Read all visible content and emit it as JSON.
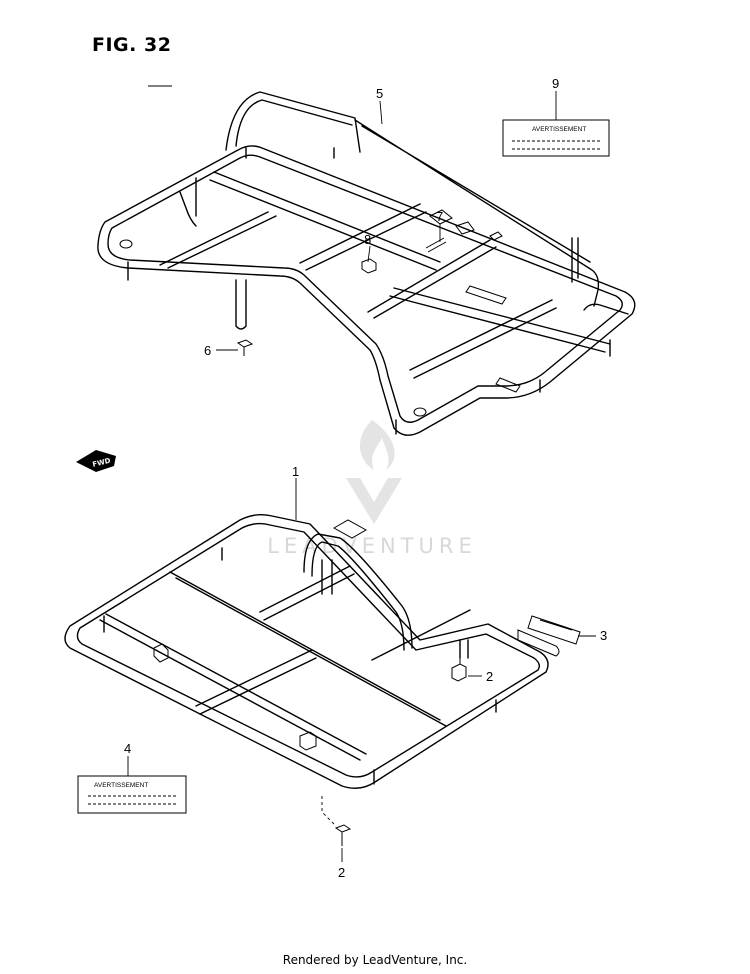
{
  "figure": {
    "title": "FIG. 32"
  },
  "footer": {
    "text": "Rendered by LeadVenture, Inc."
  },
  "watermark": {
    "text": "LEADVENTURE"
  },
  "fwd_marker": {
    "text": "FWD"
  },
  "callouts": [
    {
      "id": "c1",
      "number": "1"
    },
    {
      "id": "c2a",
      "number": "2"
    },
    {
      "id": "c2b",
      "number": "2"
    },
    {
      "id": "c3",
      "number": "3"
    },
    {
      "id": "c4",
      "number": "4"
    },
    {
      "id": "c5",
      "number": "5"
    },
    {
      "id": "c6",
      "number": "6"
    },
    {
      "id": "c7",
      "number": "7"
    },
    {
      "id": "c8",
      "number": "8"
    },
    {
      "id": "c9",
      "number": "9"
    }
  ],
  "labels": {
    "rear_label": {
      "heading": "AVERTISSEMENT"
    },
    "front_label": {
      "heading": "AVERTISSEMENT"
    }
  }
}
